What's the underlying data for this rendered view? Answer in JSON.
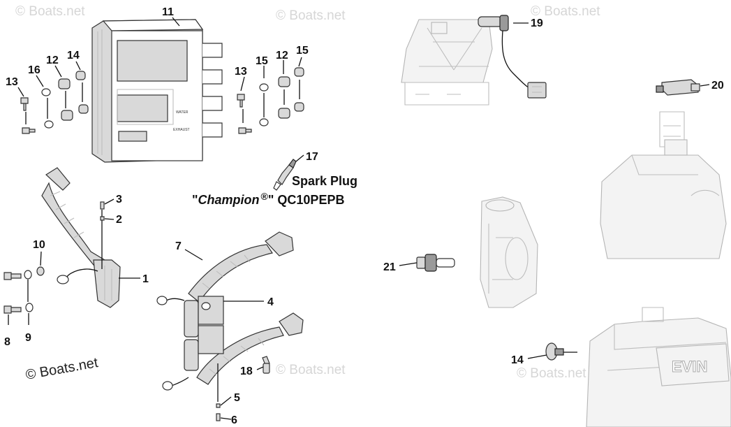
{
  "watermark": "© Boats.net",
  "watermark_footer": "© Boats.net",
  "spark_plug_note": {
    "line1": "Spark Plug",
    "quote_open": "\"",
    "brand": "Champion",
    "registered": "®",
    "line2_rest": "\" QC10PEPB"
  },
  "module_labels": {
    "upper": "WATER",
    "lower": "EXHAUST"
  },
  "engine_cover_logo": "EVIN",
  "callouts": [
    "1",
    "2",
    "3",
    "4",
    "5",
    "6",
    "7",
    "8",
    "9",
    "10",
    "11",
    "12",
    "12",
    "13",
    "13",
    "14",
    "14",
    "15",
    "15",
    "16",
    "17",
    "18",
    "19",
    "20",
    "21"
  ]
}
